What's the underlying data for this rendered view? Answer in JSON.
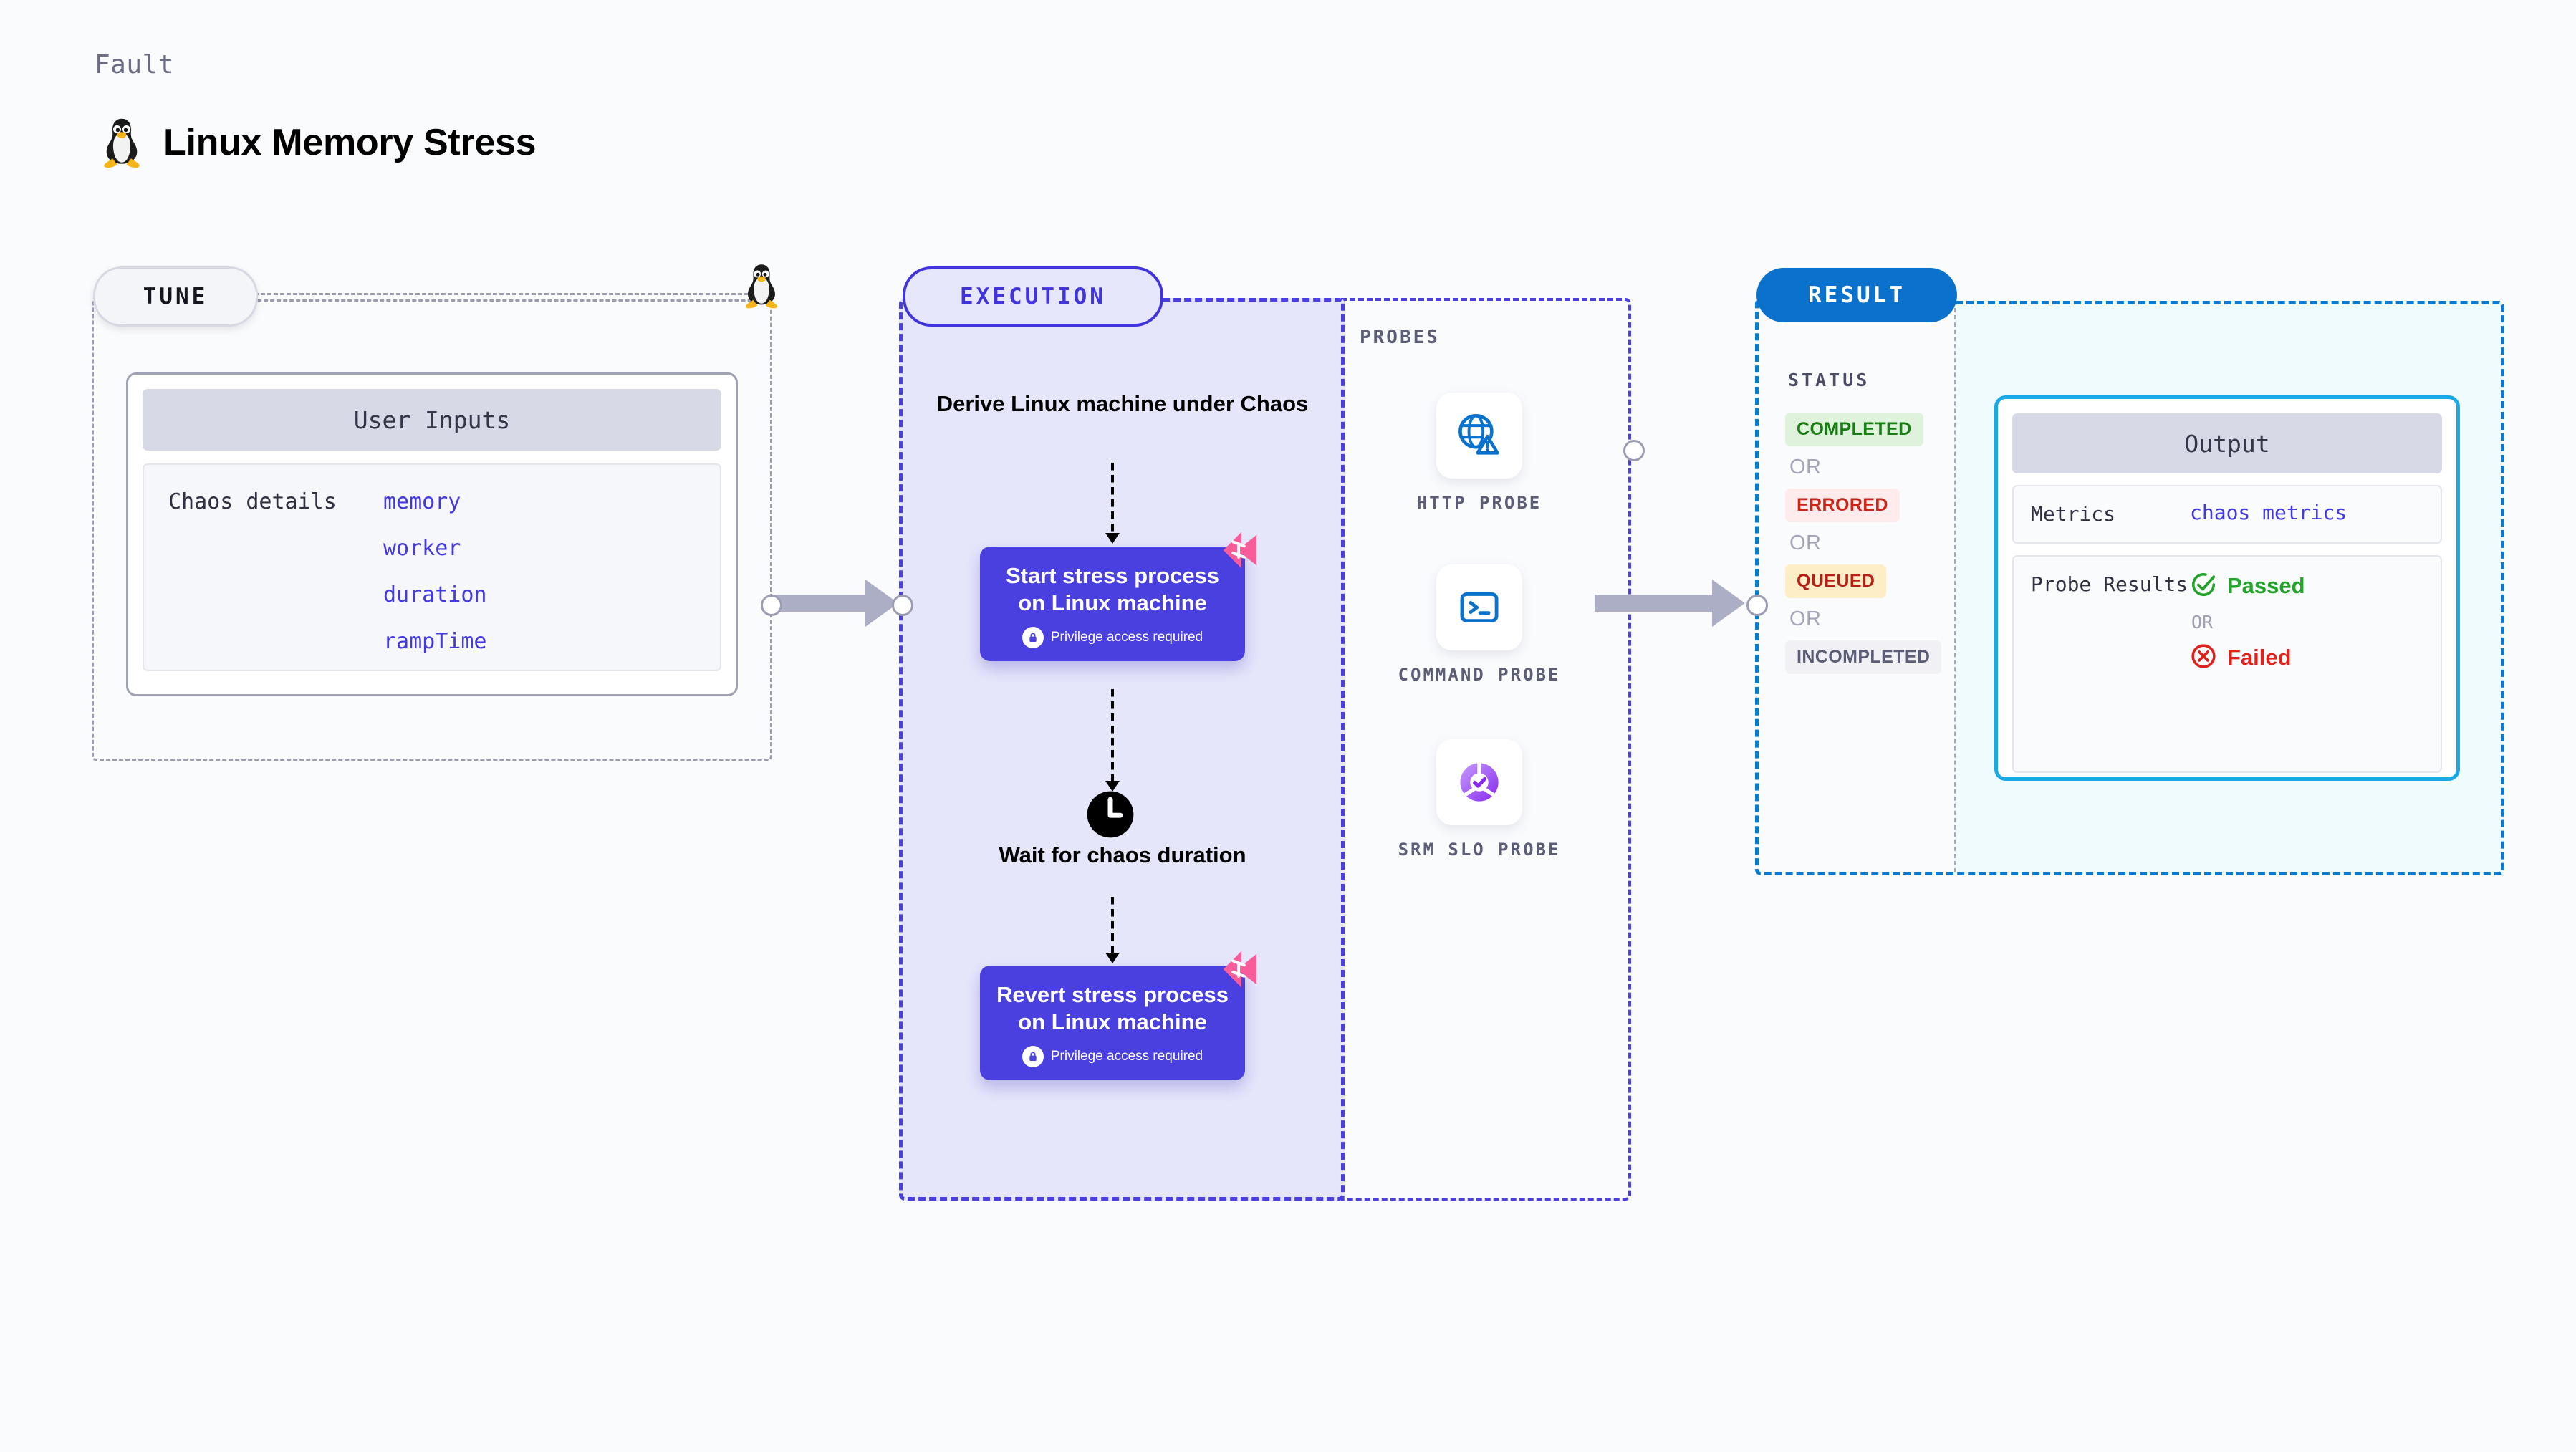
{
  "header": {
    "kicker": "Fault",
    "title": "Linux Memory Stress",
    "icon": "linux-tux-icon"
  },
  "tune": {
    "pill_label": "TUNE",
    "platform_icon": "linux-tux-icon",
    "card": {
      "header": "User Inputs",
      "key": "Chaos details",
      "values": [
        "memory",
        "worker",
        "duration",
        "rampTime"
      ]
    }
  },
  "execution": {
    "pill_label": "EXECUTION",
    "steps": [
      {
        "type": "heading",
        "text": "Derive Linux machine under Chaos"
      },
      {
        "type": "node",
        "title": "Start stress process on Linux machine",
        "note": "Privilege access required",
        "badge": "harness-logo-icon",
        "lock": "lock-icon"
      },
      {
        "type": "wait",
        "icon": "clock-icon",
        "text": "Wait for chaos duration"
      },
      {
        "type": "node",
        "title": "Revert stress process on Linux machine",
        "note": "Privilege access required",
        "badge": "harness-logo-icon",
        "lock": "lock-icon"
      }
    ]
  },
  "probes": {
    "label": "PROBES",
    "items": [
      {
        "label": "HTTP PROBE",
        "icon": "globe-warning-icon"
      },
      {
        "label": "COMMAND PROBE",
        "icon": "terminal-icon"
      },
      {
        "label": "SRM SLO PROBE",
        "icon": "slo-check-icon"
      }
    ]
  },
  "result": {
    "pill_label": "RESULT",
    "status_label": "STATUS",
    "or_label": "OR",
    "statuses": [
      {
        "text": "COMPLETED",
        "bg": "#dff3dc",
        "fg": "#1b7d16"
      },
      {
        "text": "ERRORED",
        "bg": "#fdeceb",
        "fg": "#cc2416"
      },
      {
        "text": "QUEUED",
        "bg": "#fdeec7",
        "fg": "#b81f17"
      },
      {
        "text": "INCOMPLETED",
        "bg": "#f0f0f5",
        "fg": "#5c5e78"
      }
    ]
  },
  "output": {
    "header": "Output",
    "rows": [
      {
        "key": "Metrics",
        "value": "chaos metrics"
      },
      {
        "key": "Probe Results"
      }
    ],
    "probe_results": {
      "passed": {
        "text": "Passed",
        "icon": "check-circle-icon",
        "color": "#22a32a"
      },
      "or_label": "OR",
      "failed": {
        "text": "Failed",
        "icon": "x-circle-icon",
        "color": "#e0201a"
      }
    }
  },
  "colors": {
    "accent_purple": "#4a3fdf",
    "accent_blue": "#0a72cd",
    "accent_cyan": "#19a8e8",
    "harness_pink": "#f85d9a",
    "page_bg": "#fafbfc"
  }
}
